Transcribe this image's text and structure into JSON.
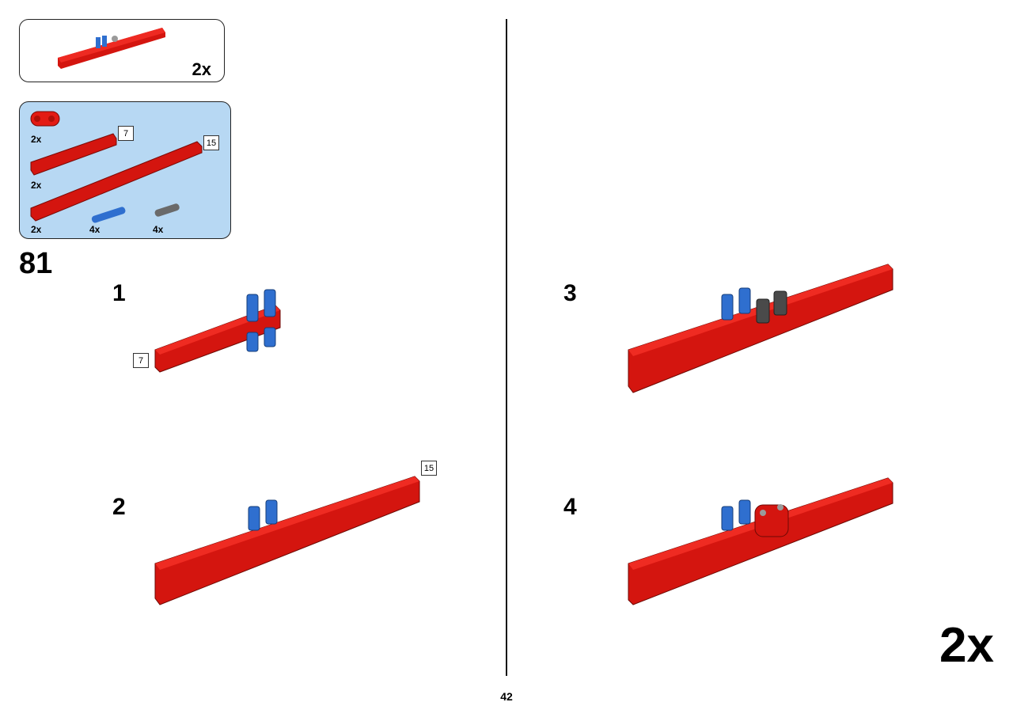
{
  "submodel_callout": {
    "quantity": "2x"
  },
  "parts_list": {
    "items": [
      {
        "name": "red-connector",
        "quantity": "2x"
      },
      {
        "name": "red-beam-7",
        "quantity": "2x",
        "length_tag": "7"
      },
      {
        "name": "red-beam-15",
        "quantity": "2x",
        "length_tag": "15"
      },
      {
        "name": "blue-pin",
        "quantity": "4x"
      },
      {
        "name": "gray-pin",
        "quantity": "4x"
      }
    ]
  },
  "step_number": "81",
  "substeps": [
    {
      "number": "1",
      "length_tag": "7"
    },
    {
      "number": "2",
      "length_tag": "15"
    },
    {
      "number": "3"
    },
    {
      "number": "4"
    }
  ],
  "assembly_quantity": "2x",
  "page_number": "42",
  "colors": {
    "beam": "#e31b14",
    "pin_blue": "#2f6fcf",
    "pin_gray": "#8a8a8a",
    "panel": "#b7d8f3"
  }
}
